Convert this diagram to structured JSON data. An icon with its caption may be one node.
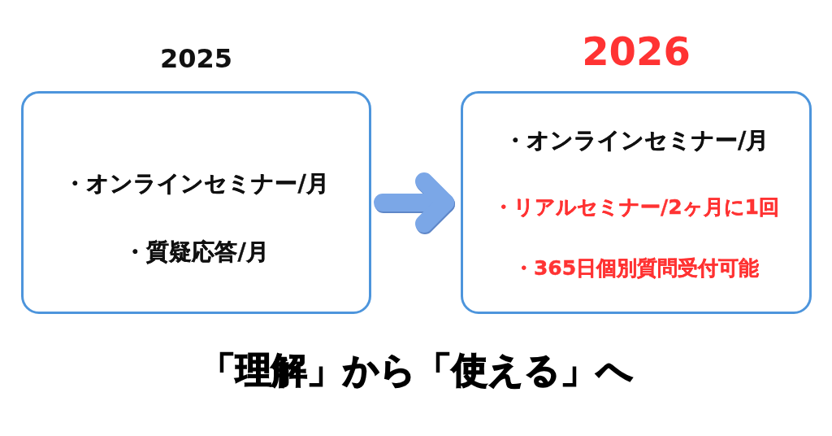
{
  "diagram": {
    "caption": "「理解」から「使える」へ",
    "nodes": [
      {
        "text": [
          "2025",
          "・オンラインセミナー/月",
          "・質疑応答/月"
        ]
      },
      {
        "text": [
          "2026",
          "・オンラインセミナー/月",
          "・リアルセミナー/2ヶ月に1回",
          "・365日個別質問受付可能"
        ]
      }
    ],
    "edges": [
      {
        "from": 0,
        "to": 1,
        "arrow": "to"
      }
    ]
  }
}
